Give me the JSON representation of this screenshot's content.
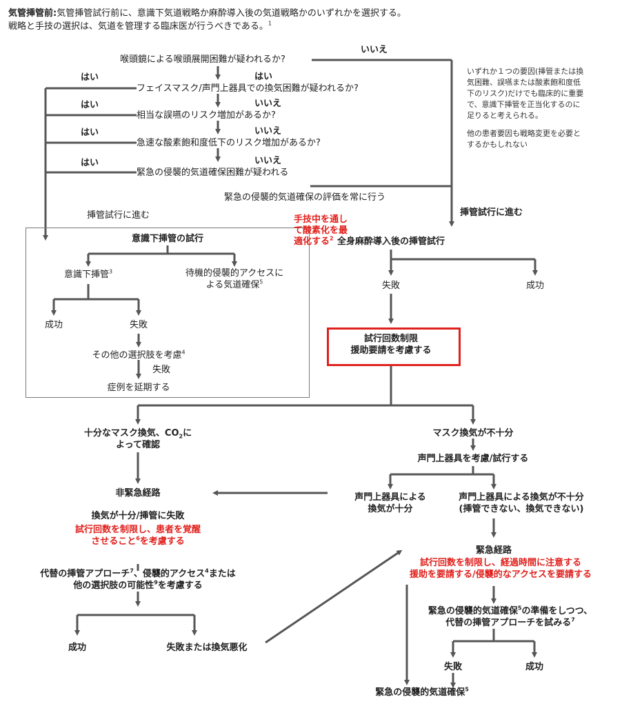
{
  "header": {
    "lead": "気管挿管前:",
    "line1": "気管挿管試行前に、意識下気道戦略か麻酔導入後の気道戦略かのいずれかを選択する。",
    "line2": "戦略と手技の選択は、気道を管理する臨床医が行うべきである。",
    "line2_sup": "1"
  },
  "questions": {
    "q1": "喉頭鏡による喉頭展開困難が疑われるか?",
    "q2": "フェイスマスク/声門上器具での換気困難が疑われるか?",
    "q3": "相当な誤嚥のリスク増加があるか?",
    "q4": "急速な酸素飽和度低下のリスク増加があるか?",
    "q5": "緊急の侵襲的気道確保困難が疑われる",
    "always": "緊急の侵襲的気道確保の評価を常に行う"
  },
  "labels": {
    "yes": "はい",
    "no": "いいえ",
    "proceed": "挿管試行に進む"
  },
  "side_note": {
    "p1": "いずれか１つの要因(挿管または換気困難、誤嚥または酸素飽和度低下のリスク)だけでも臨床的に重要で、意識下挿管を正当化するのに足りると考えられる。",
    "p2": "他の患者要因も戦略変更を必要とするかもしれない"
  },
  "oxygenation_note": {
    "line1": "手技中を通し",
    "line2": "て酸素化を最",
    "line3": "適化する",
    "sup": "2"
  },
  "awake": {
    "title": "意識下挿管の試行",
    "awake_intubation": "意識下挿管",
    "awake_sup": "3",
    "standby_line1": "待機的侵襲的アクセスに",
    "standby_line2": "よる気道確保",
    "standby_sup": "5",
    "success": "成功",
    "fail": "失敗",
    "consider_other": "その他の選択肢を考慮",
    "consider_sup": "4",
    "fail2": "失敗",
    "postpone": "症例を延期する"
  },
  "ga": {
    "title": "全身麻酔導入後の挿管試行",
    "fail": "失敗",
    "success": "成功",
    "limit_line1": "試行回数制限",
    "limit_line2": "援助要請を考慮する"
  },
  "left_branch": {
    "adequate_line1a": "十分なマスク換気、CO",
    "adequate_sub": "2",
    "adequate_line1b": "に",
    "adequate_line2": "よって確認",
    "nonemergency": "非緊急経路",
    "vent_ok_fail": "換気が十分/挿管に失敗",
    "red1": "試行回数を制限し、患者を覚醒",
    "red2a": "させること",
    "red2_sup": "6",
    "red2b": "を考慮する",
    "alt1a": "代替の挿管アプローチ",
    "alt1_sup7": "7",
    "alt1b": "、侵襲的アクセス",
    "alt1_sup4": "4",
    "alt1c": "または",
    "alt2a": "他の選択肢の可能性",
    "alt2_sup": "9",
    "alt2b": "を考慮する",
    "success": "成功",
    "fail_or_worse": "失敗または換気悪化"
  },
  "right_branch": {
    "inadequate": "マスク換気が不十分",
    "consider_sga": "声門上器具を考慮/試行する",
    "sga_ok_line1": "声門上器具による",
    "sga_ok_line2": "換気が十分",
    "sga_bad_line1": "声門上器具による換気が不十分",
    "sga_bad_line2": "(挿管できない、換気できない)",
    "emergency": "緊急経路",
    "red1": "試行回数を制限し、経過時間に注意する",
    "red2": "援助を要請する/侵襲的なアクセスを要請する",
    "prep1a": "緊急の侵襲的気道確保",
    "prep1_sup": "5",
    "prep1b": "の準備をしつつ、",
    "prep2a": "代替の挿管アプローチを試みる",
    "prep2_sup": "7",
    "fail": "失敗",
    "success": "成功",
    "final_a": "緊急の侵襲的気道確保",
    "final_sup": "5"
  },
  "colors": {
    "line": "#555555",
    "red": "#e0201c",
    "box": "#777777"
  }
}
